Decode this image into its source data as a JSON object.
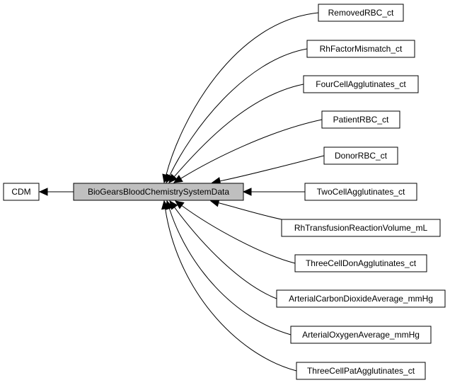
{
  "diagram": {
    "center": "BioGearsBloodChemistrySystemData",
    "parent": "CDM",
    "members": [
      "RemovedRBC_ct",
      "RhFactorMismatch_ct",
      "FourCellAgglutinates_ct",
      "PatientRBC_ct",
      "DonorRBC_ct",
      "TwoCellAgglutinates_ct",
      "RhTransfusionReactionVolume_mL",
      "ThreeCellDonAgglutinates_ct",
      "ArterialCarbonDioxideAverage_mmHg",
      "ArterialOxygenAverage_mmHg",
      "ThreeCellPatAgglutinates_ct"
    ]
  },
  "colors": {
    "focus_fill": "#bfbfbf",
    "box_fill": "#ffffff",
    "stroke": "#000000"
  }
}
